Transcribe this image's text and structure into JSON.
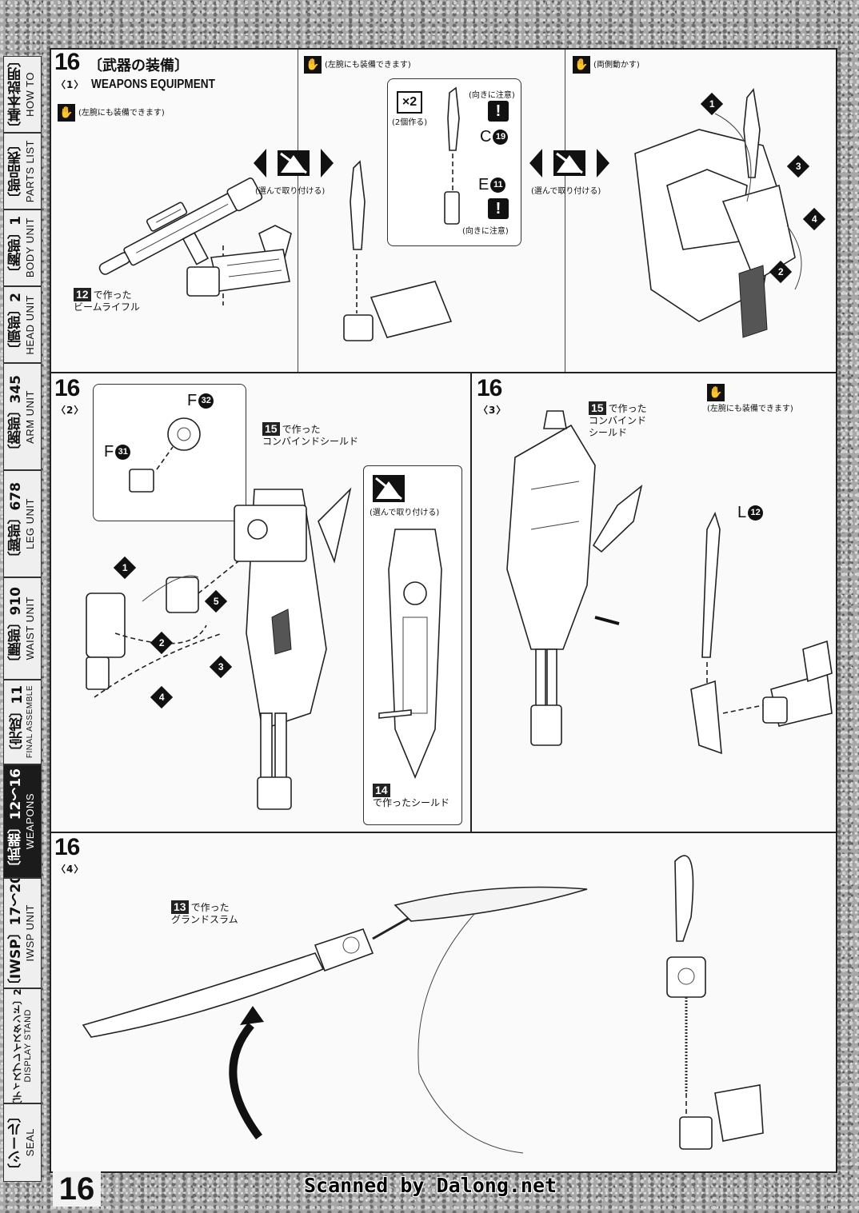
{
  "side_tabs": [
    {
      "jp": "〔基本説明〕",
      "en": "HOW TO"
    },
    {
      "jp": "〔部品表〕",
      "en": "PARTS LIST"
    },
    {
      "jp": "〔胸部〕1",
      "en": "BODY UNIT"
    },
    {
      "jp": "〔頭部〕2",
      "en": "HEAD UNIT"
    },
    {
      "jp": "〔腕部〕345",
      "en": "ARM UNIT"
    },
    {
      "jp": "〔脚部〕678",
      "en": "LEG UNIT"
    },
    {
      "jp": "〔腰部〕910",
      "en": "WAIST UNIT"
    },
    {
      "jp": "〔完成〕11",
      "en": "FINAL ASSEMBLE"
    },
    {
      "jp": "〔武器〕12〜16",
      "en": "WEAPONS",
      "active": true
    },
    {
      "jp": "〔IWSP〕17〜20",
      "en": "IWSP UNIT"
    },
    {
      "jp": "〔ディスプレイスタンド〕21",
      "en": "DISPLAY STAND"
    },
    {
      "jp": "〔シール〕",
      "en": "SEAL"
    }
  ],
  "section": {
    "step_number": "16",
    "title_jp": "〔武器の装備〕",
    "title_en": "WEAPONS EQUIPMENT"
  },
  "panel1": {
    "sub": "〈1〉",
    "left_note": "(左腕にも装備できます)",
    "middle_note": "(左腕にも装備できます)",
    "right_note": "(両側動かす)",
    "rifle_ref_num": "12",
    "rifle_ref_text": "で作った",
    "rifle_ref_name": "ビームライフル",
    "select_caption_left": "(選んで取り付ける)",
    "select_caption_right": "(選んで取り付ける)",
    "qty": "×2",
    "qty_caption": "(2個作る)",
    "caution_top": "(向きに注意)",
    "caution_bottom": "(向きに注意)",
    "part_c_letter": "C",
    "part_c_num": "19",
    "part_e_letter": "E",
    "part_e_num": "11",
    "seq": [
      "1",
      "2",
      "3",
      "4"
    ]
  },
  "panel2": {
    "step_number": "16",
    "sub": "〈2〉",
    "part_f_top_letter": "F",
    "part_f_top_num": "32",
    "part_f_left_letter": "F",
    "part_f_left_num": "31",
    "shield_ref_num": "15",
    "shield_ref_text": "で作った",
    "shield_ref_name": "コンバインドシールド",
    "select_caption": "(選んで取り付ける)",
    "shield14_ref_num": "14",
    "shield14_ref_text": "で作ったシールド",
    "seq": [
      "1",
      "2",
      "3",
      "4",
      "5"
    ]
  },
  "panel3": {
    "step_number": "16",
    "sub": "〈3〉",
    "ref_num": "15",
    "ref_text": "で作った",
    "ref_name1": "コンバインド",
    "ref_name2": "シールド",
    "note": "(左腕にも装備できます)",
    "part_l_letter": "L",
    "part_l_num": "12"
  },
  "panel4": {
    "step_number": "16",
    "sub": "〈4〉",
    "ref_num": "13",
    "ref_text": "で作った",
    "ref_name": "グランドスラム"
  },
  "footer": {
    "page_number": "16",
    "credit": "Scanned by Dalong.net"
  },
  "icons": [
    "hand-icon",
    "select-icon",
    "caution-icon",
    "sequence-icon"
  ]
}
